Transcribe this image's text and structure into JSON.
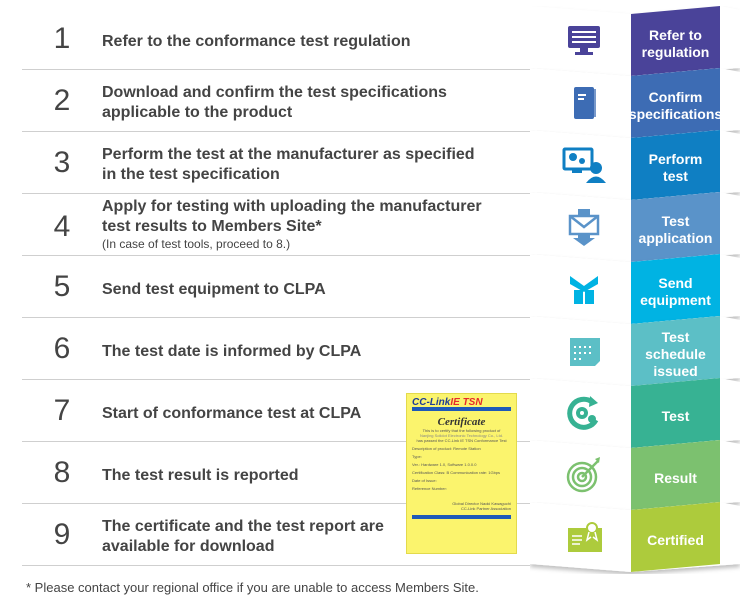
{
  "steps": [
    {
      "num": "1",
      "text": "Refer to the conformance test regulation",
      "label": "Refer to\nregulation",
      "icon": "monitor-icon",
      "color": "#4a4399"
    },
    {
      "num": "2",
      "text": "Download and confirm the test specifications applicable to the product",
      "label": "Confirm\nspecifications",
      "icon": "document-icon",
      "color": "#3d6cb4"
    },
    {
      "num": "3",
      "text": "Perform the test at the manufacturer as specified in the test specification",
      "label": "Perform\ntest",
      "icon": "engineer-gears-icon",
      "color": "#0f7fc3"
    },
    {
      "num": "4",
      "text": "Apply for testing with uploading the manufacturer test results to Members Site*",
      "note": "(In case of test tools, proceed to 8.)",
      "label": "Test\napplication",
      "icon": "mail-download-icon",
      "color": "#5a93c9"
    },
    {
      "num": "5",
      "text": "Send test equipment to CLPA",
      "label": "Send\nequipment",
      "icon": "box-icon",
      "color": "#00b3e3"
    },
    {
      "num": "6",
      "text": "The test date is informed by CLPA",
      "label": "Test schedule\nissued",
      "icon": "calendar-icon",
      "color": "#5cbfc6"
    },
    {
      "num": "7",
      "text": "Start of conformance test at CLPA",
      "label": "Test",
      "icon": "gears-cycle-icon",
      "color": "#37b293"
    },
    {
      "num": "8",
      "text": "The test result is reported",
      "label": "Result",
      "icon": "target-icon",
      "color": "#7cc16f"
    },
    {
      "num": "9",
      "text": "The certificate and the test report are available for download",
      "label": "Certified",
      "icon": "certificate-icon",
      "color": "#adcb3c"
    }
  ],
  "certificate": {
    "logo": "CC-Link IE TSN",
    "title": "Certificate",
    "body": "This is to certify that the following product of",
    "company": "Nanjing Solidot Electronic Technology Co., Ltd.",
    "passed": "has passed the CC-Link IE TSN Conformance Test",
    "fields": [
      "Description of product: Remote Station",
      "Type: ",
      "Ver.: Hardware 1.0, Software 1.0.0.0",
      "Certification Class: B    Communication rate: 1Gbps",
      "Date of Issue: ",
      "Reference Number: "
    ],
    "sign": "Global Director  Naoki Kawaguchi",
    "assoc": "CC-Link Partner Association"
  },
  "footnote": "* Please contact your regional office if you are unable to access Members Site."
}
